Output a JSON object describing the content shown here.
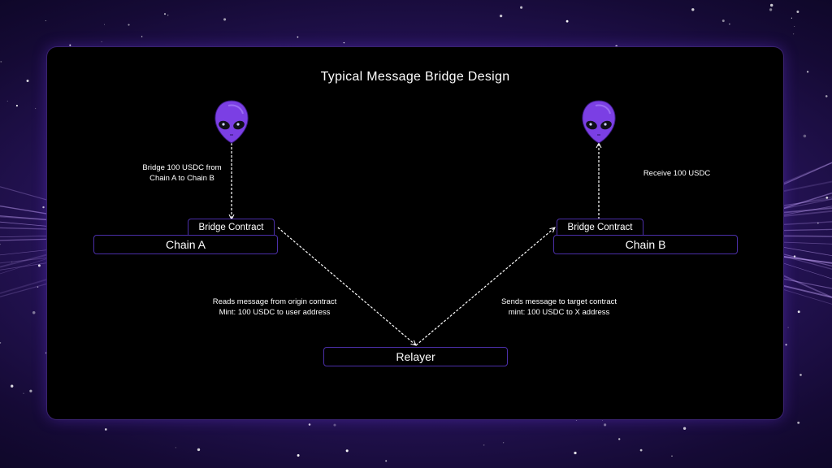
{
  "diagram": {
    "title": "Typical Message Bridge Design",
    "chain_a": {
      "label": "Chain A",
      "contract_label": "Bridge Contract"
    },
    "chain_b": {
      "label": "Chain B",
      "contract_label": "Bridge Contract"
    },
    "relayer": {
      "label": "Relayer"
    },
    "notes": {
      "user_a_line1": "Bridge 100 USDC from",
      "user_a_line2": "Chain A to Chain B",
      "user_b": "Receive 100 USDC",
      "relayer_left_line1": "Reads message from origin contract",
      "relayer_left_line2": "Mint: 100 USDC to user address",
      "relayer_right_line1": "Sends message to target contract",
      "relayer_right_line2": "mint: 100 USDC to X address"
    },
    "icons": {
      "user_a": "alien-head-icon",
      "user_b": "alien-head-icon"
    },
    "colors": {
      "box_border": "#4b2fa8",
      "alien": "#7b3fe4",
      "background": "#2a1660"
    }
  }
}
